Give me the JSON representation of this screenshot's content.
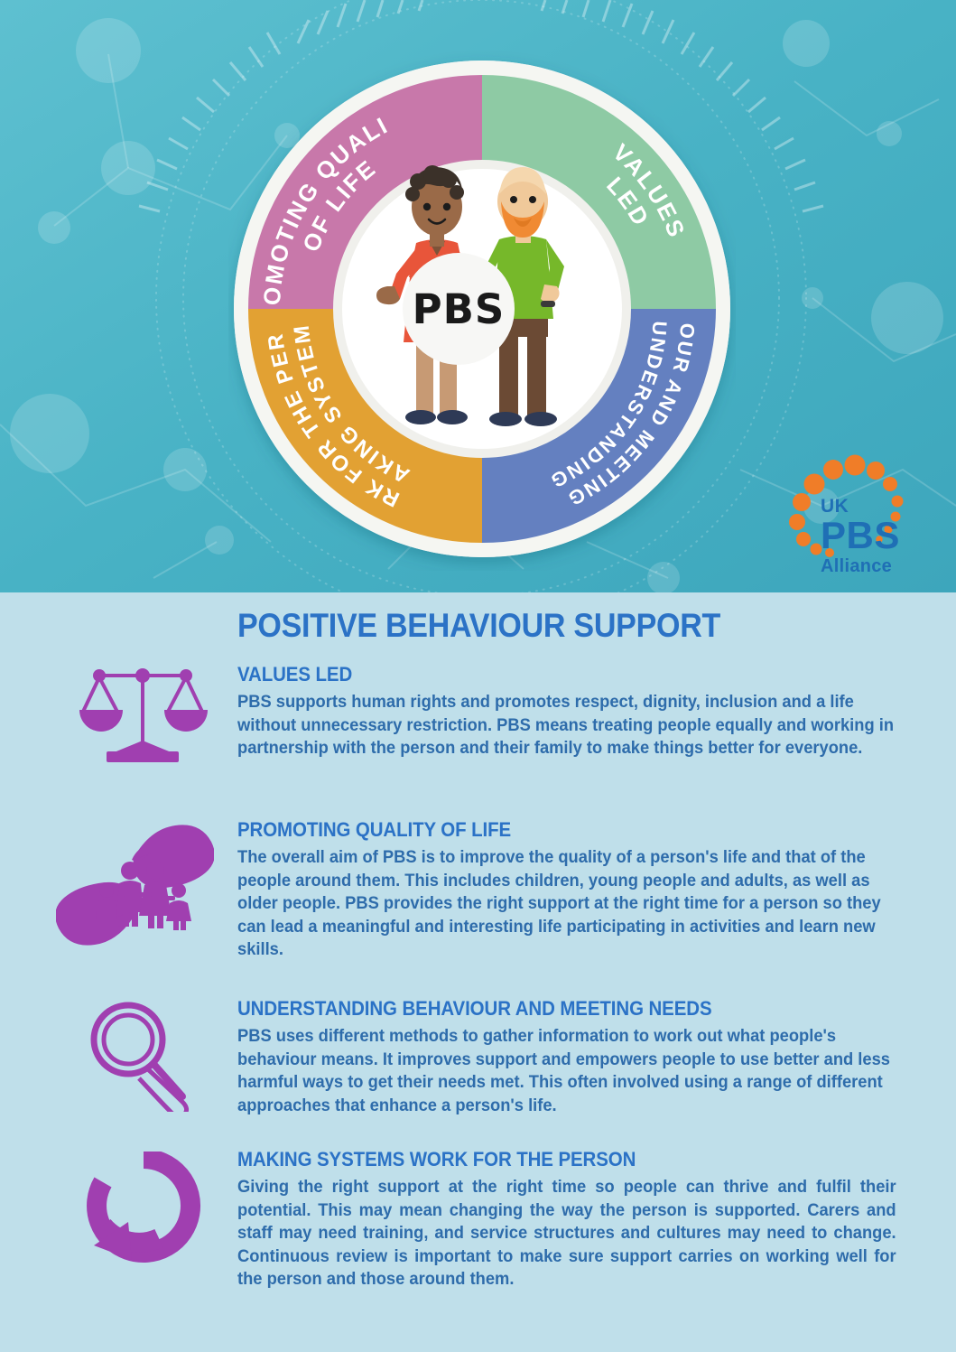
{
  "banner": {
    "wheel": {
      "center_label": "PBS",
      "quadrants": [
        {
          "name": "promoting-quality-of-life",
          "label_lines": [
            "PROMOTING QUALITY",
            "OF LIFE"
          ],
          "color": "#c878aa"
        },
        {
          "name": "values-led",
          "label_lines": [
            "VALUES",
            "LED"
          ],
          "color": "#8ecaa4"
        },
        {
          "name": "understanding-behaviour-and-meeting-needs",
          "label_lines": [
            "UNDERSTANDING",
            "BEHAVIOUR AND MEETING NEEDS"
          ],
          "color": "#6480c0"
        },
        {
          "name": "making-systems-work-for-the-person",
          "label_lines": [
            "MAKING SYSTEMS",
            "WORK FOR THE PERSON"
          ],
          "color": "#e2a133"
        }
      ]
    },
    "logo": {
      "line1": "UK",
      "line2": "PBS",
      "line3": "Alliance",
      "dot_color": "#f07d28",
      "text_color": "#1f6fb5"
    },
    "background_color": "#4fb8c9"
  },
  "page": {
    "title": "POSITIVE BEHAVIOUR SUPPORT",
    "background_color": "#bfdfea",
    "heading_color": "#2b72c6",
    "body_color": "#2e6cab"
  },
  "sections": [
    {
      "icon": "scales-of-justice-icon",
      "heading": "VALUES LED",
      "text": "PBS supports human rights and promotes respect, dignity, inclusion and a life without unnecessary restriction. PBS means treating people equally and working in partnership with the person and their family to make things better for everyone."
    },
    {
      "icon": "hands-holding-family-icon",
      "heading": "PROMOTING QUALITY OF LIFE",
      "text": "The overall aim of PBS is to improve the quality of a person's life and that of the people around them. This includes children, young people and adults, as well as older people. PBS provides the right support at the right time for a person so they can lead a meaningful and interesting life participating in activities and learn new skills."
    },
    {
      "icon": "magnifying-glass-icon",
      "heading": "UNDERSTANDING BEHAVIOUR AND MEETING NEEDS",
      "text": "PBS uses different methods to gather information to work out what people's behaviour means. It improves support and empowers people to use better and less harmful ways to get their needs met. This often involved using a range of different approaches that enhance a person's life."
    },
    {
      "icon": "circular-arrow-icon",
      "heading": "MAKING SYSTEMS WORK FOR THE PERSON",
      "text": "Giving the right support at the right time so people can thrive and fulfil their potential. This may mean changing the way the person is supported. Carers and staff may need training, and service structures and cultures may need to change. Continuous review is important to make sure support carries on working well for the person and those around them."
    }
  ],
  "icon_color": "#a03fb0"
}
